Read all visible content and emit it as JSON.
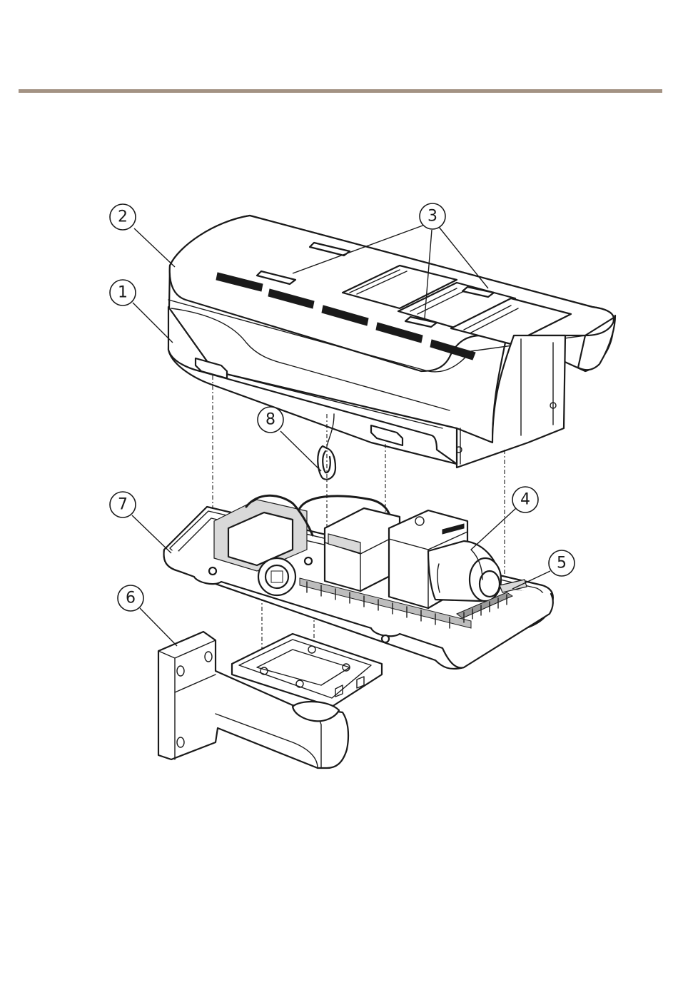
{
  "header_rule_color": "#a39283",
  "callouts": [
    {
      "label": "1"
    },
    {
      "label": "2"
    },
    {
      "label": "3"
    },
    {
      "label": "4"
    },
    {
      "label": "5"
    },
    {
      "label": "6"
    },
    {
      "label": "7"
    },
    {
      "label": "8"
    }
  ]
}
